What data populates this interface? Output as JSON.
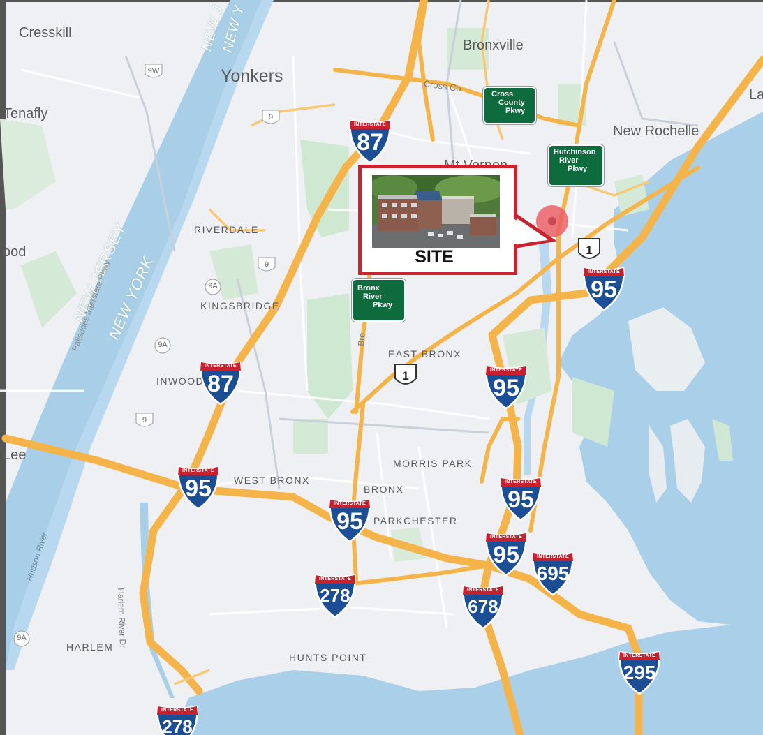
{
  "map": {
    "site_label": "SITE",
    "labels": {
      "cresskill": "Cresskill",
      "yonkers": "Yonkers",
      "tenafly": "Tenafly",
      "bronxville": "Bronxville",
      "new_rochelle": "New Rochelle",
      "mt_vernon": "Mt Vernon",
      "la": "La",
      "ood": "ood",
      "lee": "Lee",
      "riverdale": "RIVERDALE",
      "kingsbridge": "KINGSBRIDGE",
      "inwood": "INWOOD",
      "east_bronx": "EAST BRONX",
      "morris_park": "MORRIS PARK",
      "bronx": "BRONX",
      "west_bronx": "WEST BRONX",
      "parkchester": "PARKCHESTER",
      "harlem": "HARLEM",
      "hunts_point": "HUNTS POINT",
      "new_jersey_1": "NEW JERSEY",
      "new_york_1": "NEW YORK",
      "new_jersey_2": "NEW J",
      "new_york_2": "NEW Y",
      "palisades": "Palisades Interstate Pkwy",
      "hudson_river": "Hudson River",
      "harlem_river_dr": "Harlem River Dr",
      "cross_co": "Cross Co",
      "bro": "Bro"
    },
    "interstate_top": "INTERSTATE",
    "interstates": {
      "i87_north": "87",
      "i87_south": "87",
      "i95_ne": "95",
      "i95_mid": "95",
      "i95_west": "95",
      "i95_center": "95",
      "i95_east1": "95",
      "i95_east2": "95",
      "i695": "695",
      "i278_center": "278",
      "i678": "678",
      "i295": "295",
      "i278_south": "278"
    },
    "us_routes": {
      "us1_east": "1",
      "us1_center": "1",
      "r9_a": "9",
      "r9_b": "9",
      "r9_c": "9",
      "r9w": "9W",
      "r9a_a": "9A",
      "r9a_b": "9A",
      "r9a_c": "9A"
    },
    "parkways": {
      "cross_county": [
        "Cross",
        "County",
        "Pkwy"
      ],
      "hutchinson": [
        "Hutchinson",
        "River",
        "Pkwy"
      ],
      "bronx_river": [
        "Bronx",
        "River",
        "Pkwy"
      ]
    }
  }
}
